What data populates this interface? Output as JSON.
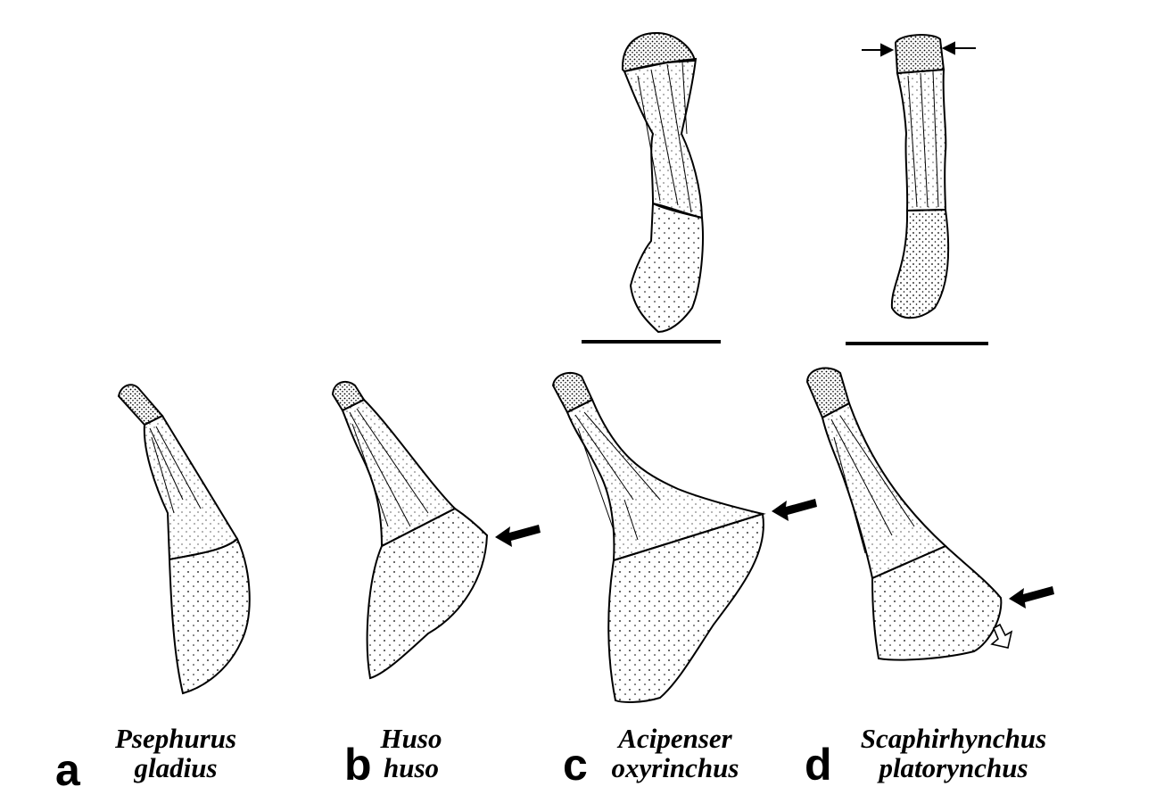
{
  "figure": {
    "panels": [
      {
        "letter": "a",
        "genus": "Psephurus",
        "species": "gladius"
      },
      {
        "letter": "b",
        "genus": "Huso",
        "species": "huso"
      },
      {
        "letter": "c",
        "genus": "Acipenser",
        "species": "oxyrinchus"
      },
      {
        "letter": "d",
        "genus": "Scaphirhynchus",
        "species": "platorynchus"
      }
    ]
  },
  "colors": {
    "ink": "#000000",
    "paper": "#ffffff"
  }
}
